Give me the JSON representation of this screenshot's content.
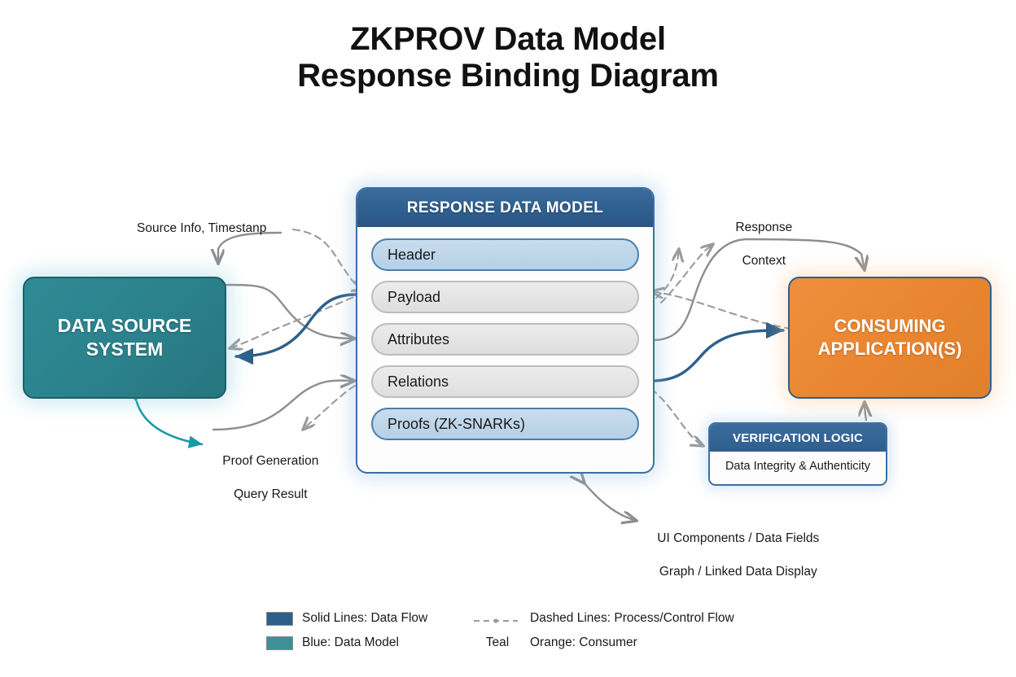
{
  "title": {
    "line1": "ZKPROV Data Model",
    "line2": "Response Binding Diagram"
  },
  "nodes": {
    "source": {
      "label_line1": "DATA SOURCE",
      "label_line2": "SYSTEM",
      "color": "#2b818c"
    },
    "consumer": {
      "label_line1": "CONSUMING",
      "label_line2": "APPLICATION(S)",
      "color": "#e9852f"
    },
    "panel": {
      "header": "RESPONSE DATA MODEL",
      "border_color": "#3d6fa5",
      "fields": [
        {
          "label": "Header",
          "style": "blue"
        },
        {
          "label": "Payload",
          "style": "grey"
        },
        {
          "label": "Attributes",
          "style": "grey"
        },
        {
          "label": "Relations",
          "style": "grey"
        },
        {
          "label": "Proofs (ZK-SNARKs)",
          "style": "blue"
        }
      ]
    },
    "verification": {
      "header": "VERIFICATION LOGIC",
      "body": "Data Integrity & Authenticity",
      "color": "#2f5f8f"
    }
  },
  "annotations": {
    "source_info": "Source Info, Timestanp",
    "response_context_line1": "Response",
    "response_context_line2": "Context",
    "proof_gen_line1": "Proof Generation",
    "proof_gen_line2": "Query Result",
    "ui_components_line1": "UI Components / Data Fields",
    "ui_components_line2": "Graph / Linked Data Display"
  },
  "legend": {
    "solid_swatch_color": "#2d5f8a",
    "teal_swatch_color": "#3d9099",
    "dashed_color": "#9a9a9a",
    "items": {
      "solid_lines": "Solid Lines: Data Flow",
      "dashed_lines": "Dashed Lines: Process/Control Flow",
      "blue_data_model": "Blue: Data Model",
      "teal": "Teal",
      "orange_consumer": "Orange: Consumer"
    }
  },
  "connectors": {
    "solid_color": "#2d5f8a",
    "grey_color": "#8e8e8e",
    "teal_color": "#1a9aa8",
    "dashed_color": "#9a9a9a"
  }
}
